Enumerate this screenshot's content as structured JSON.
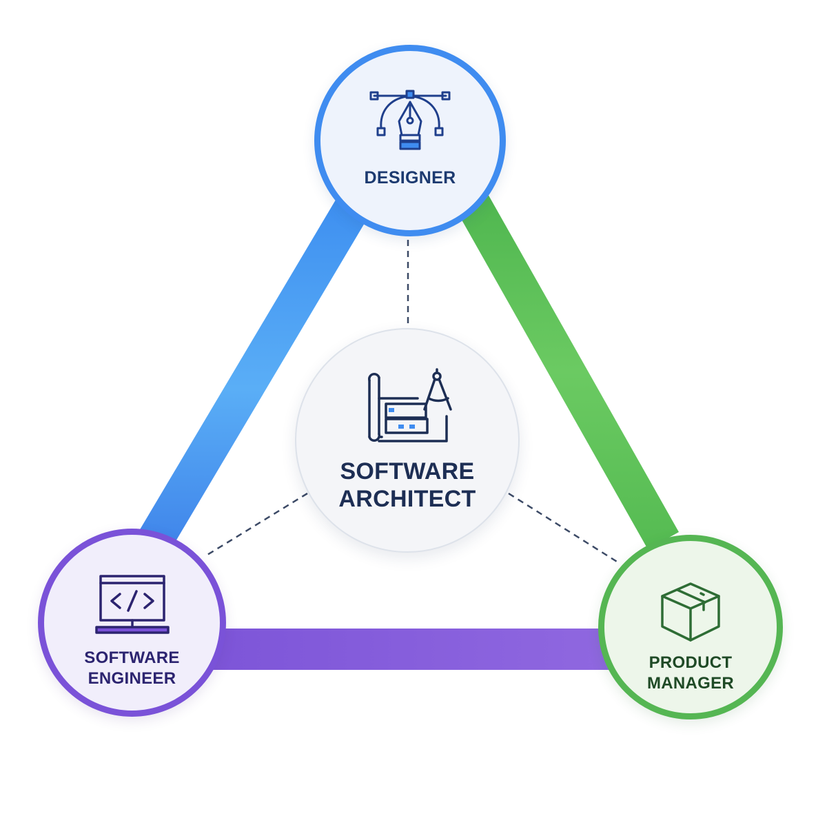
{
  "diagram": {
    "nodes": {
      "designer": {
        "label_lines": [
          "DESIGNER"
        ],
        "icon": "pen-tool-bezier-icon",
        "color": "#3f8cf0"
      },
      "architect": {
        "label_lines": [
          "SOFTWARE",
          "ARCHITECT"
        ],
        "icon": "blueprint-compass-icon",
        "color": "#1d2e54"
      },
      "engineer": {
        "label_lines": [
          "SOFTWARE",
          "ENGINEER"
        ],
        "icon": "code-monitor-icon",
        "color": "#7a52d8"
      },
      "product": {
        "label_lines": [
          "PRODUCT",
          "MANAGER"
        ],
        "icon": "package-box-icon",
        "color": "#55b653"
      }
    },
    "edges": [
      {
        "from": "designer",
        "to": "engineer",
        "style": "solid",
        "color": "#4a9ef0"
      },
      {
        "from": "designer",
        "to": "product",
        "style": "solid",
        "color": "#5bbd55"
      },
      {
        "from": "engineer",
        "to": "product",
        "style": "solid",
        "color": "#8a62da"
      },
      {
        "from": "architect",
        "to": "designer",
        "style": "dashed",
        "color": "#3c4a66"
      },
      {
        "from": "architect",
        "to": "engineer",
        "style": "dashed",
        "color": "#3c4a66"
      },
      {
        "from": "architect",
        "to": "product",
        "style": "dashed",
        "color": "#3c4a66"
      }
    ]
  }
}
